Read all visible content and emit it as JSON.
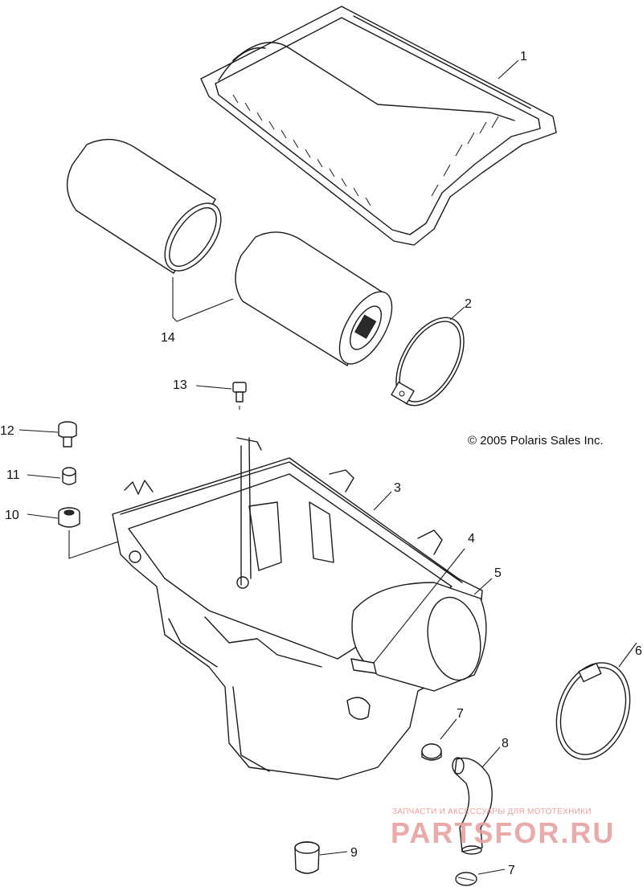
{
  "copyright": "© 2005 Polaris Sales Inc.",
  "watermark": {
    "tagline": "ЗАПЧАСТИ И АКСЕССУАРЫ ДЛЯ МОТОТЕХНИКИ",
    "brand": "PARTSFOR.RU",
    "color": "#e7a1a1"
  },
  "callouts": {
    "c1": "1",
    "c2": "2",
    "c3": "3",
    "c4": "4",
    "c5": "5",
    "c6": "6",
    "c7a": "7",
    "c7b": "7",
    "c8": "8",
    "c9": "9",
    "c10": "10",
    "c11": "11",
    "c12": "12",
    "c13": "13",
    "c14": "14"
  },
  "colors": {
    "line": "#1a1a1a",
    "background": "#ffffff"
  }
}
